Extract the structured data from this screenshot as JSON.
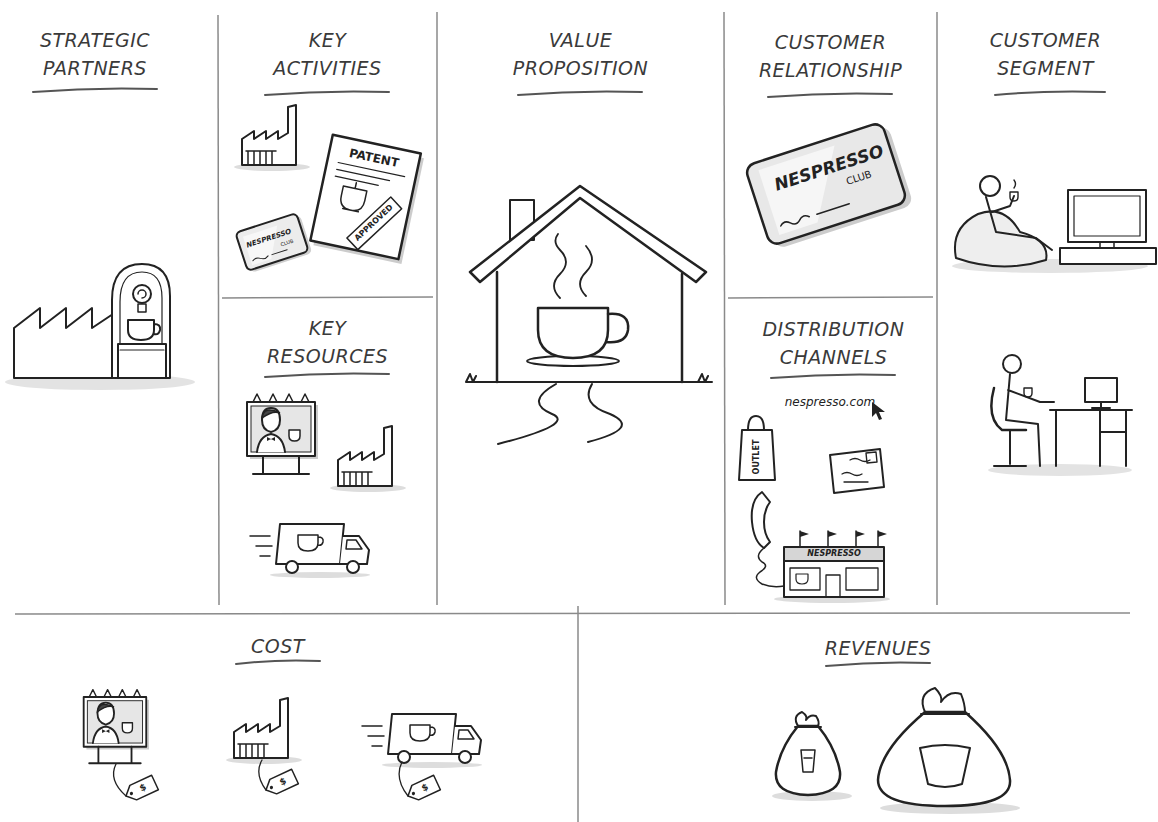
{
  "diagram": {
    "nodes": [
      {
        "text": [
          "STRATEGIC PARTNERS"
        ]
      },
      {
        "text": [
          "KEY ACTIVITIES"
        ]
      },
      {
        "text": [
          "VALUE PROPOSITION"
        ]
      },
      {
        "text": [
          "CUSTOMER RELATIONSHIP"
        ]
      },
      {
        "text": [
          "CUSTOMER SEGMENT"
        ]
      },
      {
        "text": [
          "KEY RESOURCES"
        ]
      },
      {
        "text": [
          "DISTRIBUTION CHANNELS"
        ]
      },
      {
        "text": [
          "COST"
        ]
      },
      {
        "text": [
          "REVENUES"
        ]
      }
    ],
    "labels": [
      "PATENT",
      "APPROVED",
      "NESPRESSO",
      "CLUB",
      "NESPRESSO",
      "CLUB",
      "OUTLET",
      "nespresso.com",
      "NESPRESSO",
      "$",
      "$",
      "$"
    ]
  }
}
